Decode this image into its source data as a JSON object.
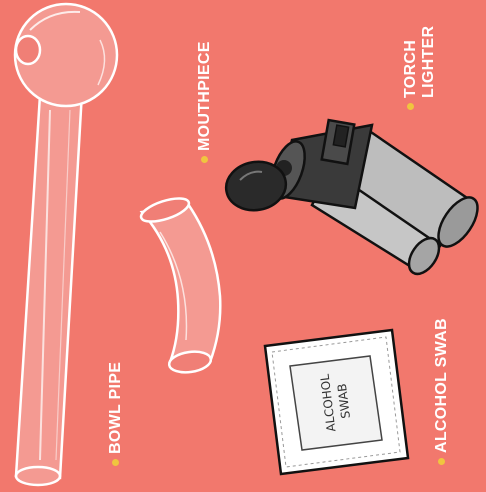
{
  "labels": {
    "bowl_pipe": "BOWL PIPE",
    "mouthpiece": "MOUTHPIECE",
    "torch_lighter_line1": "TORCH",
    "torch_lighter_line2": "LIGHTER",
    "alcohol_swab": "ALCOHOL SWAB"
  },
  "swab_packet": {
    "line1": "ALCOHOL",
    "line2": "SWAB"
  },
  "colors": {
    "background": "#f2786d",
    "label_text": "#ffffff",
    "bullet_dot": "#f0c53f",
    "glass": "#f59a92",
    "lighter_body": "#b9b9b9",
    "lighter_dark": "#3a3a3a"
  }
}
